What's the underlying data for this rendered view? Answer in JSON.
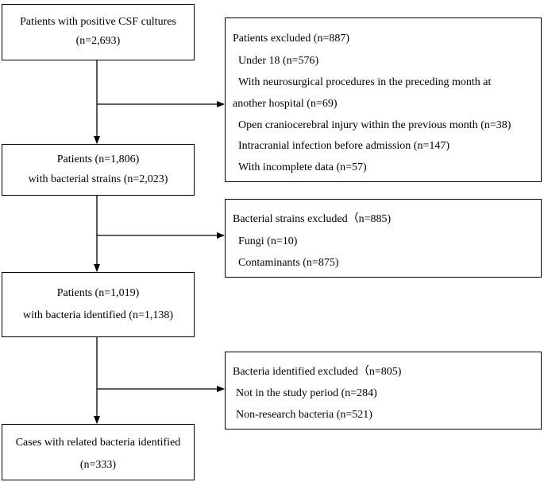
{
  "main_boxes": [
    {
      "lines": [
        "Patients with positive CSF cultures",
        "(n=2,693)"
      ]
    },
    {
      "lines": [
        "Patients (n=1,806)",
        "with bacterial strains (n=2,023)"
      ]
    },
    {
      "lines": [
        "Patients (n=1,019)",
        "with bacteria identified (n=1,138)"
      ]
    },
    {
      "lines": [
        "Cases with related bacteria identified",
        "(n=333)"
      ]
    }
  ],
  "exclusion_boxes": [
    {
      "title": "Patients excluded (n=887)",
      "items": [
        "Under 18 (n=576)",
        "With neurosurgical procedures in the preceding month at",
        "another hospital (n=69)",
        "Open craniocerebral injury within the previous month (n=38)",
        "Intracranial infection before admission (n=147)",
        "With incomplete data (n=57)"
      ]
    },
    {
      "title": "Bacterial strains excluded（n=885)",
      "items": [
        "Fungi (n=10)",
        "Contaminants (n=875)"
      ]
    },
    {
      "title": "Bacteria identified excluded（n=805)",
      "items": [
        "Not in the study period (n=284)",
        "Non-research bacteria (n=521)"
      ]
    }
  ]
}
